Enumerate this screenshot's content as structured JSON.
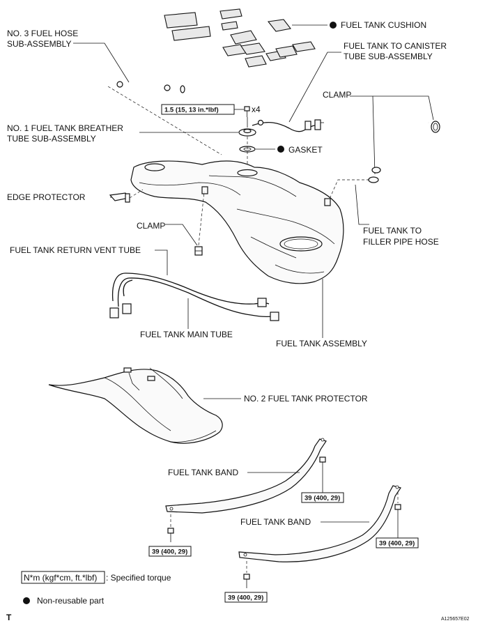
{
  "labels": {
    "fuel_tank_cushion": "FUEL TANK CUSHION",
    "no3_hose_line1": "NO. 3 FUEL HOSE",
    "no3_hose_line2": "SUB-ASSEMBLY",
    "canister_line1": "FUEL TANK TO CANISTER",
    "canister_line2": "TUBE SUB-ASSEMBLY",
    "clamp_upper": "CLAMP",
    "torque_small": "1.5 (15, 13 in.*lbf)",
    "qty": "x4",
    "breather_line1": "NO. 1 FUEL TANK BREATHER",
    "breather_line2": "TUBE SUB-ASSEMBLY",
    "gasket": "GASKET",
    "edge_protector": "EDGE PROTECTOR",
    "clamp_lower": "CLAMP",
    "filler_line1": "FUEL TANK TO",
    "filler_line2": "FILLER PIPE HOSE",
    "return_vent": "FUEL TANK RETURN VENT TUBE",
    "main_tube": "FUEL TANK MAIN TUBE",
    "tank_assembly": "FUEL TANK ASSEMBLY",
    "no2_protector": "NO. 2 FUEL TANK PROTECTOR",
    "band_1": "FUEL TANK BAND",
    "band_2": "FUEL TANK BAND",
    "torque_band_a": "39 (400, 29)",
    "torque_band_b": "39 (400, 29)",
    "torque_band_c": "39 (400, 29)",
    "torque_band_d": "39 (400, 29)"
  },
  "legend": {
    "torque_unit": "N*m (kgf*cm, ft.*lbf)",
    "torque_desc": ": Specified torque",
    "nonreusable": "Non-reusable part"
  },
  "footer": {
    "left_mark": "T",
    "ref_code": "A125657E02"
  }
}
